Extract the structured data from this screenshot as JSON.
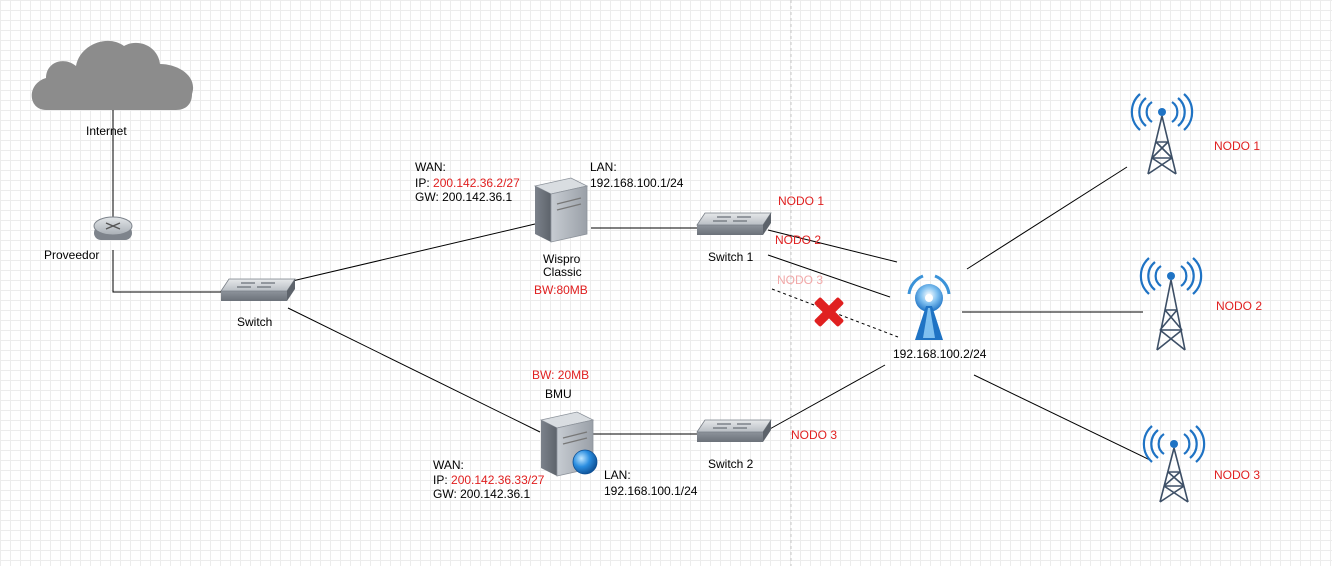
{
  "internet": {
    "label": "Internet"
  },
  "proveedor": {
    "label": "Proveedor"
  },
  "switch_main": {
    "label": "Switch"
  },
  "wispro": {
    "name_line1": "Wispro",
    "name_line2": "Classic",
    "bw": "BW:80MB",
    "wan_title": "WAN:",
    "ip_prefix": "IP: ",
    "ip": "200.142.36.2/27",
    "gw": "GW: 200.142.36.1",
    "lan_title": "LAN:",
    "lan_ip": "192.168.100.1/24"
  },
  "bmu": {
    "name": "BMU",
    "bw": "BW: 20MB",
    "wan_title": "WAN:",
    "ip_prefix": "IP: ",
    "ip": "200.142.36.33/27",
    "gw": "GW: 200.142.36.1",
    "lan_title": "LAN:",
    "lan_ip": "192.168.100.1/24"
  },
  "switch1": {
    "label": "Switch 1"
  },
  "switch2": {
    "label": "Switch 2"
  },
  "links": {
    "nodo1": "NODO 1",
    "nodo2": "NODO 2",
    "nodo3_failed": "NODO 3",
    "nodo3": "NODO 3"
  },
  "access_point": {
    "ip": "192.168.100.2/24"
  },
  "towers": {
    "nodo1": "NODO 1",
    "nodo2": "NODO 2",
    "nodo3": "NODO 3"
  },
  "colors": {
    "highlight": "#e02020",
    "faded": "#f2a8a8",
    "cloud": "#8c8c8c",
    "device_gray": "#9aa0a8",
    "tower_blue": "#1f73c4",
    "tower_frame": "#3d4f66",
    "failure_x": "#e02020"
  },
  "icons": {
    "internet": "cloud-icon",
    "proveedor": "router-icon",
    "switch": "network-switch-icon",
    "server": "server-icon",
    "bmu_badge": "globe-icon",
    "access_point": "wireless-access-point-icon",
    "tower": "radio-tower-icon",
    "failure": "x-mark-icon"
  }
}
